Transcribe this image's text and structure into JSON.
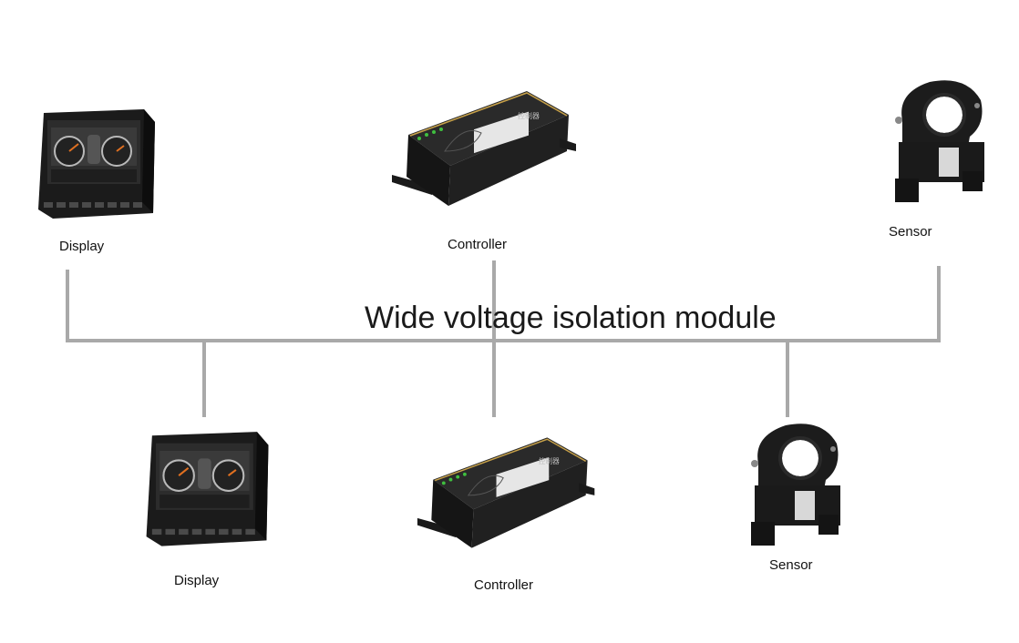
{
  "title": "Wide voltage isolation module",
  "top_row": [
    {
      "icon": "display-device-icon",
      "label": "Display"
    },
    {
      "icon": "controller-device-icon",
      "label": "Controller",
      "device_text": "控制器"
    },
    {
      "icon": "current-sensor-icon",
      "label": "Sensor"
    }
  ],
  "bottom_row": [
    {
      "icon": "display-device-icon",
      "label": "Display"
    },
    {
      "icon": "controller-device-icon",
      "label": "Controller",
      "device_text": "控制器"
    },
    {
      "icon": "current-sensor-icon",
      "label": "Sensor"
    }
  ],
  "colors": {
    "connector": "#a9a9a9",
    "device_body": "#1c1c1c",
    "device_trim": "#c8a24a"
  }
}
